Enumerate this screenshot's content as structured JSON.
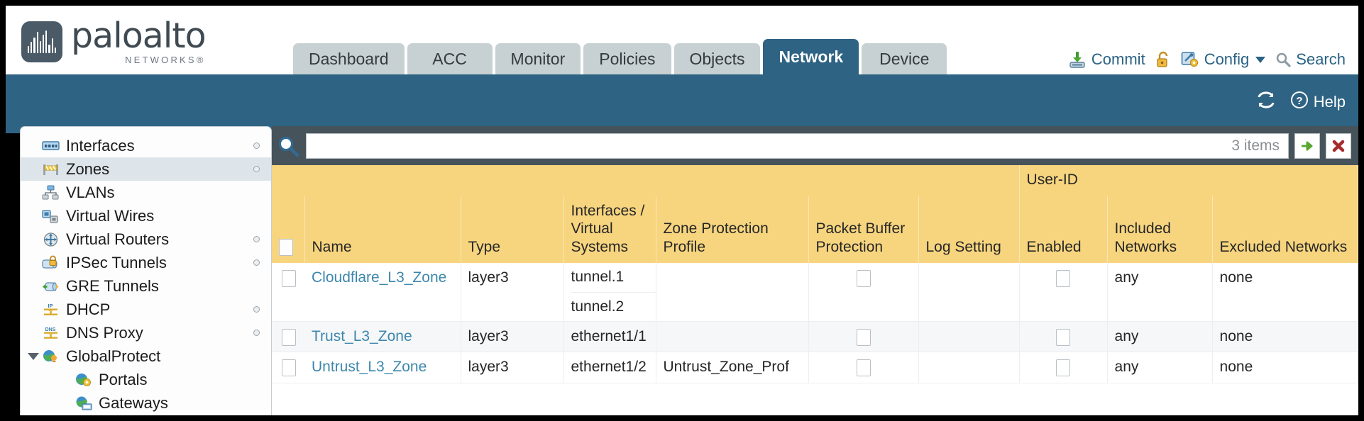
{
  "brand": {
    "name": "paloalto",
    "sub": "NETWORKS®"
  },
  "nav": {
    "tabs": [
      {
        "label": "Dashboard",
        "active": false
      },
      {
        "label": "ACC",
        "active": false
      },
      {
        "label": "Monitor",
        "active": false
      },
      {
        "label": "Policies",
        "active": false
      },
      {
        "label": "Objects",
        "active": false
      },
      {
        "label": "Network",
        "active": true
      },
      {
        "label": "Device",
        "active": false
      }
    ]
  },
  "header_actions": {
    "commit": "Commit",
    "config": "Config",
    "search": "Search",
    "lock_icon": "unlock-icon",
    "commit_icon": "commit-icon",
    "config_icon": "config-wrench-icon",
    "search_icon": "search-icon"
  },
  "band": {
    "refresh_icon": "refresh-icon",
    "help_icon": "help-icon",
    "help_label": "Help"
  },
  "sidebar": {
    "items": [
      {
        "label": "Interfaces",
        "icon": "interfaces-icon",
        "selected": false,
        "child": false,
        "twisty": false,
        "dot": true
      },
      {
        "label": "Zones",
        "icon": "zones-icon",
        "selected": true,
        "child": false,
        "twisty": false,
        "dot": true
      },
      {
        "label": "VLANs",
        "icon": "vlans-icon",
        "selected": false,
        "child": false,
        "twisty": false,
        "dot": false
      },
      {
        "label": "Virtual Wires",
        "icon": "virtual-wires-icon",
        "selected": false,
        "child": false,
        "twisty": false,
        "dot": false
      },
      {
        "label": "Virtual Routers",
        "icon": "virtual-routers-icon",
        "selected": false,
        "child": false,
        "twisty": false,
        "dot": true
      },
      {
        "label": "IPSec Tunnels",
        "icon": "ipsec-tunnels-icon",
        "selected": false,
        "child": false,
        "twisty": false,
        "dot": true
      },
      {
        "label": "GRE Tunnels",
        "icon": "gre-tunnels-icon",
        "selected": false,
        "child": false,
        "twisty": false,
        "dot": false
      },
      {
        "label": "DHCP",
        "icon": "dhcp-icon",
        "selected": false,
        "child": false,
        "twisty": false,
        "dot": true
      },
      {
        "label": "DNS Proxy",
        "icon": "dns-proxy-icon",
        "selected": false,
        "child": false,
        "twisty": false,
        "dot": true
      },
      {
        "label": "GlobalProtect",
        "icon": "globalprotect-icon",
        "selected": false,
        "child": false,
        "twisty": true,
        "dot": false
      },
      {
        "label": "Portals",
        "icon": "portals-icon",
        "selected": false,
        "child": true,
        "twisty": false,
        "dot": false
      },
      {
        "label": "Gateways",
        "icon": "gateways-icon",
        "selected": false,
        "child": true,
        "twisty": false,
        "dot": false
      }
    ]
  },
  "toolbar": {
    "search_placeholder": "",
    "search_value": "",
    "items_count": "3 items",
    "apply_icon": "green-arrow-icon",
    "clear_icon": "red-x-icon"
  },
  "table": {
    "group_header": "User-ID",
    "columns": [
      "Name",
      "Type",
      "Interfaces / Virtual Systems",
      "Zone Protection Profile",
      "Packet Buffer Protection",
      "Log Setting",
      "Enabled",
      "Included Networks",
      "Excluded Networks"
    ],
    "rows": [
      {
        "name": "Cloudflare_L3_Zone",
        "type": "layer3",
        "interfaces": [
          "tunnel.1",
          "tunnel.2"
        ],
        "zone_protection_profile": "",
        "packet_buffer_protection": false,
        "log_setting": "",
        "userid_enabled": false,
        "included_networks": "any",
        "excluded_networks": "none"
      },
      {
        "name": "Trust_L3_Zone",
        "type": "layer3",
        "interfaces": [
          "ethernet1/1"
        ],
        "zone_protection_profile": "",
        "packet_buffer_protection": false,
        "log_setting": "",
        "userid_enabled": false,
        "included_networks": "any",
        "excluded_networks": "none"
      },
      {
        "name": "Untrust_L3_Zone",
        "type": "layer3",
        "interfaces": [
          "ethernet1/2"
        ],
        "zone_protection_profile": "Untrust_Zone_Prof",
        "packet_buffer_protection": false,
        "log_setting": "",
        "userid_enabled": false,
        "included_networks": "any",
        "excluded_networks": "none"
      }
    ]
  },
  "colors": {
    "brand_blue": "#2e6384",
    "table_header": "#f7d57f",
    "group_header": "#e6b93f",
    "link": "#3d87ad",
    "search_bar": "#47535a"
  }
}
